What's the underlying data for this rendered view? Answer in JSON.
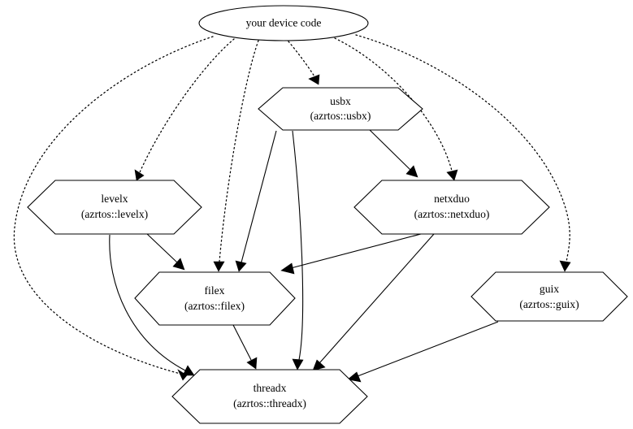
{
  "diagram": {
    "type": "dependency-graph",
    "title": "your device code",
    "background_color": "#ffffff",
    "stroke_color": "#000000",
    "fill_color": "#ffffff",
    "nodes": [
      {
        "id": "device",
        "shape": "ellipse",
        "line1": "your device code",
        "line2": ""
      },
      {
        "id": "usbx",
        "shape": "octagon",
        "line1": "usbx",
        "line2": "(azrtos::usbx)"
      },
      {
        "id": "levelx",
        "shape": "octagon",
        "line1": "levelx",
        "line2": "(azrtos::levelx)"
      },
      {
        "id": "netxduo",
        "shape": "octagon",
        "line1": "netxduo",
        "line2": "(azrtos::netxduo)"
      },
      {
        "id": "filex",
        "shape": "octagon",
        "line1": "filex",
        "line2": "(azrtos::filex)"
      },
      {
        "id": "guix",
        "shape": "octagon",
        "line1": "guix",
        "line2": "(azrtos::guix)"
      },
      {
        "id": "threadx",
        "shape": "octagon",
        "line1": "threadx",
        "line2": "(azrtos::threadx)"
      }
    ],
    "edges": [
      {
        "from": "device",
        "to": "threadx",
        "style": "dotted"
      },
      {
        "from": "device",
        "to": "levelx",
        "style": "dotted"
      },
      {
        "from": "device",
        "to": "filex",
        "style": "dotted"
      },
      {
        "from": "device",
        "to": "usbx",
        "style": "dotted"
      },
      {
        "from": "device",
        "to": "netxduo",
        "style": "dotted"
      },
      {
        "from": "device",
        "to": "guix",
        "style": "dotted"
      },
      {
        "from": "usbx",
        "to": "filex",
        "style": "solid"
      },
      {
        "from": "usbx",
        "to": "threadx",
        "style": "solid"
      },
      {
        "from": "usbx",
        "to": "netxduo",
        "style": "solid"
      },
      {
        "from": "levelx",
        "to": "filex",
        "style": "solid"
      },
      {
        "from": "levelx",
        "to": "threadx",
        "style": "solid"
      },
      {
        "from": "netxduo",
        "to": "filex",
        "style": "solid"
      },
      {
        "from": "netxduo",
        "to": "threadx",
        "style": "solid"
      },
      {
        "from": "filex",
        "to": "threadx",
        "style": "solid"
      },
      {
        "from": "guix",
        "to": "threadx",
        "style": "solid"
      }
    ]
  }
}
